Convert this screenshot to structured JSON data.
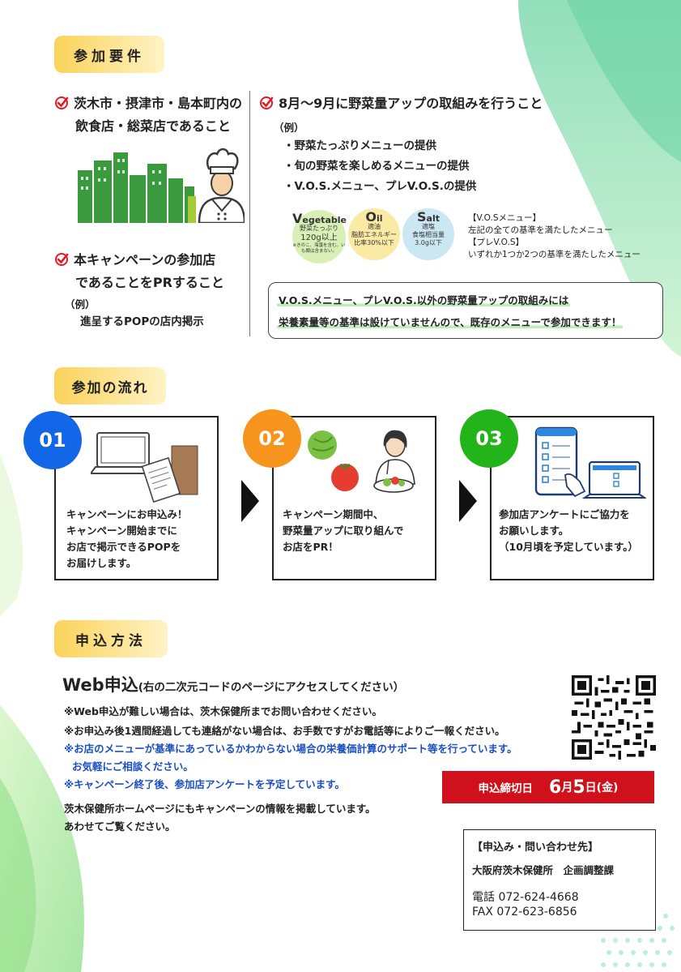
{
  "sections": {
    "requirements": "参加要件",
    "flow": "参加の流れ",
    "apply": "申込方法"
  },
  "requirements": {
    "req1_line1": "茨木市・摂津市・島本町内の",
    "req1_line2": "飲食店・総菜店であること",
    "req2_line1": "本キャンペーンの参加店",
    "req2_line2": "であることをPRすること",
    "req2_example_label": "（例）",
    "req2_example": "進呈するPOPの店内掲示",
    "req3_title": "8月～9月に野菜量アップの取組みを行うこと",
    "req3_example_label": "（例）",
    "req3_items": [
      "・野菜たっぷりメニューの提供",
      "・旬の野菜を楽しめるメニューの提供",
      "・V.O.S.メニュー、プレV.O.S.の提供"
    ],
    "vos": {
      "v_head": "egetable",
      "v_head_letter": "V",
      "v_sub": "野菜たっぷり",
      "v_value": "120g以上",
      "v_note": "※きのこ、海藻を含む。いも類は含まない。",
      "o_head": "il",
      "o_head_letter": "O",
      "o_sub": "適油",
      "o_value1": "脂肪エネルギー",
      "o_value2": "比率30%以下",
      "s_head": "alt",
      "s_head_letter": "S",
      "s_sub": "適塩",
      "s_value1": "食塩相当量",
      "s_value2": "3.0g以下"
    },
    "vos_desc": [
      "【V.O.Sメニュー】",
      "左記の全ての基準を満たしたメニュー",
      "【プレV.O.S】",
      "いずれか1つか2つの基準を満たしたメニュー"
    ],
    "note_line1": "V.O.S.メニュー、プレV.O.S.以外の野菜量アップの取組みには",
    "note_line2": "栄養素量等の基準は設けていませんので、既存のメニューで参加できます！"
  },
  "flow": [
    {
      "num": "01",
      "color": "#1266e8",
      "lines": [
        "キャンペーンにお申込み！",
        "キャンペーン開始までに",
        "お店で掲示できるPOPを",
        "お届けします。"
      ]
    },
    {
      "num": "02",
      "color": "#f7941d",
      "lines": [
        "キャンペーン期間中、",
        "野菜量アップに取り組んで",
        "お店をPR！"
      ]
    },
    {
      "num": "03",
      "color": "#22b419",
      "lines": [
        "参加店アンケートにご協力を",
        "お願いします。",
        "（10月頃を予定しています。）"
      ]
    }
  ],
  "apply": {
    "web_title": "Web申込",
    "web_sub": "(右の二次元コードのページにアクセスしてください）",
    "notes": [
      "※Web申込が難しい場合は、茨木保健所までお問い合わせください。",
      "※お申込み後1週間経過しても連絡がない場合は、お手数ですがお電話等によりご一報ください。"
    ],
    "blue_notes": [
      "※お店のメニューが基準にあっているかわからない場合の栄養価計算のサポート等を行っています。",
      "お気軽にご相談ください。",
      "※キャンペーン終了後、参加店アンケートを予定しています。"
    ],
    "homepage1": "茨木保健所ホームページにもキャンペーンの情報を掲載しています。",
    "homepage2": "あわせてご覧ください。",
    "deadline_label": "申込締切日",
    "deadline_month": "6",
    "deadline_month_unit": "月",
    "deadline_day": "5",
    "deadline_day_unit": "日(金)"
  },
  "contact": {
    "heading": "【申込み・問い合わせ先】",
    "dept": "大阪府茨木保健所　企画調整課",
    "tel": "電話 072-624-4668",
    "fax": "FAX 072-623-6856"
  },
  "colors": {
    "accent_yellow": "#fbd35a",
    "green": "#22b419",
    "blue": "#1266e8",
    "orange": "#f7941d",
    "red": "#d0111c",
    "note_blue": "#1b4fc4"
  }
}
